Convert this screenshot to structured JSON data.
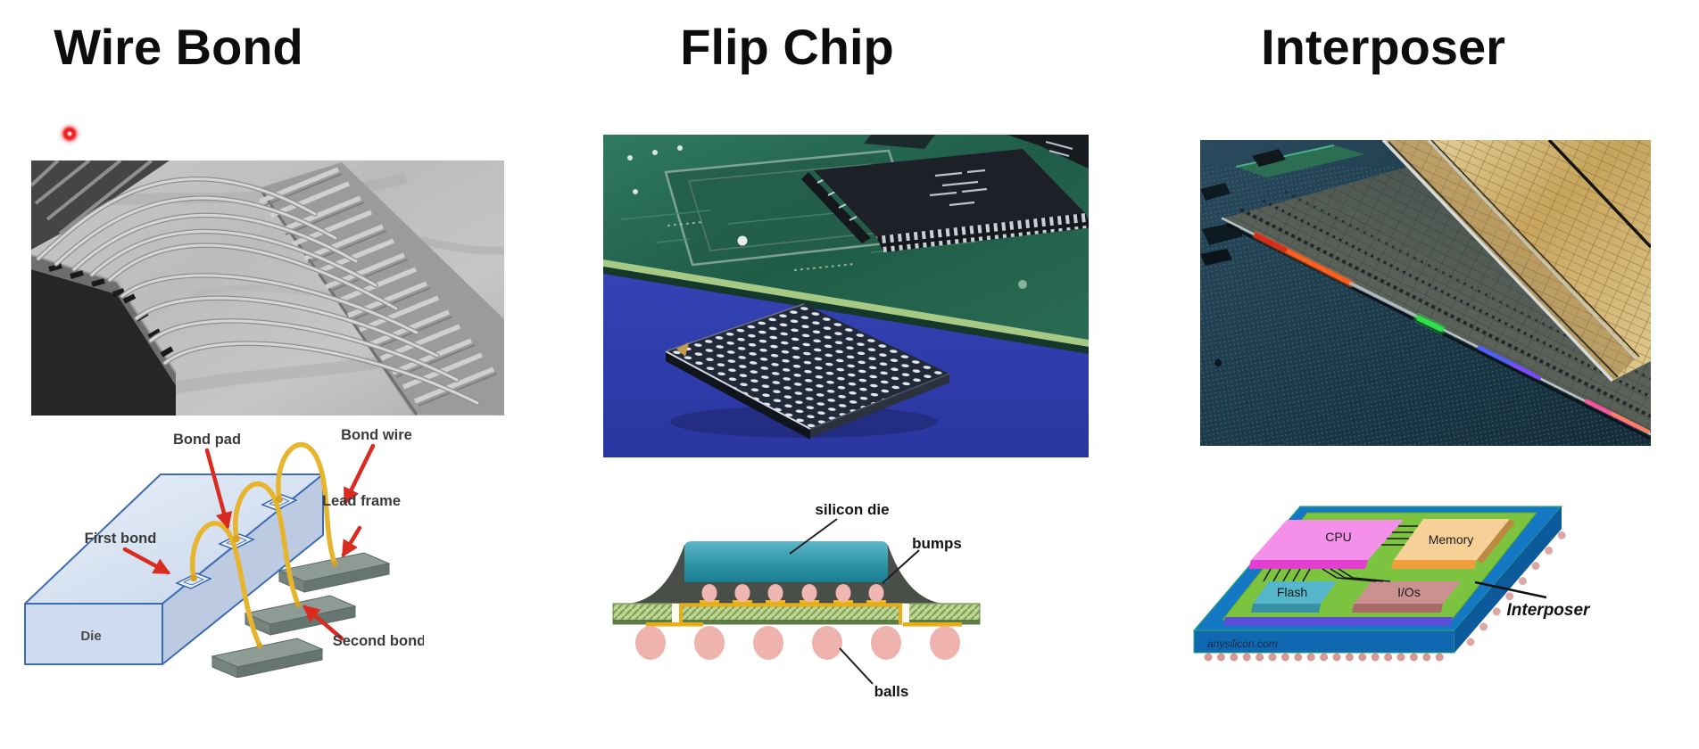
{
  "slide": {
    "title_wire_bond": "Wire Bond",
    "title_flip_chip": "Flip Chip",
    "title_interposer": "Interposer"
  },
  "wire_bond_diagram": {
    "bond_pad": "Bond pad",
    "bond_wire": "Bond wire",
    "lead_frame": "Lead frame",
    "first_bond": "First bond",
    "second_bond": "Second bond",
    "die": "Die"
  },
  "flip_chip_diagram": {
    "silicon_die": "silicon die",
    "bumps": "bumps",
    "balls": "balls"
  },
  "interposer_diagram": {
    "cpu": "CPU",
    "memory": "Memory",
    "flash": "Flash",
    "ios": "I/Os",
    "interposer": "Interposer",
    "watermark": "anysilicon.com"
  },
  "colors": {
    "laser_pointer_red": "#ee2222",
    "title_text": "#0d0d0d",
    "label_text": "#3a3a3a",
    "arrow_red": "#d92b20",
    "bond_wire_gold": "#e6b42d",
    "die_blue_light": "#dde7f5",
    "lead_frame_gray": "#8e9c95",
    "silicon_die_teal": "#2f95a8",
    "underfill_gray": "#4a4e49",
    "bump_pink": "#efb6b2",
    "substrate_green": "#bcd494",
    "pad_gold": "#f2b51c",
    "ball_pink": "#efb3ae",
    "interposer_substrate_blue": "#1478c4",
    "interposer_top_green": "#7cc43f",
    "interposer_purple_strip": "#5b51d8",
    "cpu_pink": "#f590ea",
    "memory_tan": "#f7d098",
    "flash_teal": "#55b5ca",
    "ios_rose": "#cb9191",
    "interposer_ball_pink": "#d69a96"
  }
}
